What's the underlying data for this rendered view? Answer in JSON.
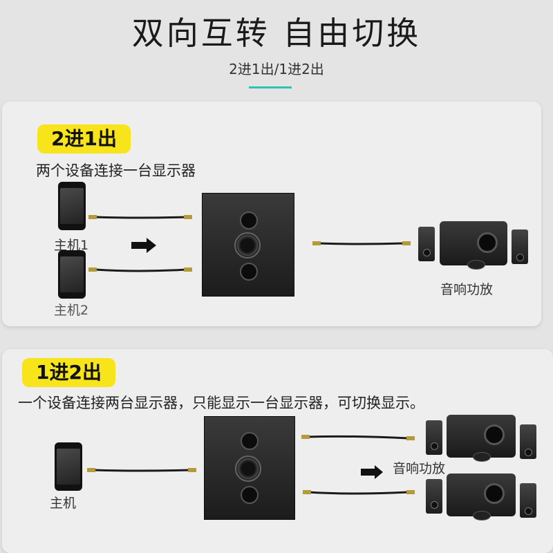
{
  "header": {
    "title": "双向互转  自由切换",
    "subtitle": "2进1出/1进2出",
    "accent_color": "#2bc4b0"
  },
  "section_one": {
    "badge": "2进1出",
    "description": "两个设备连接一台显示器",
    "host_1_label": "主机1",
    "host_2_label": "主机2",
    "speaker_label": "音响功放"
  },
  "section_two": {
    "badge": "1进2出",
    "description": "一个设备连接两台显示器，只能显示一台显示器，可切换显示。",
    "host_label": "主机",
    "speaker_label": "音响功放"
  },
  "colors": {
    "badge": "#f7e41a",
    "panel": "#eeeeee",
    "background": "#e4e4e4"
  },
  "icons": [
    "phone-icon",
    "audio-switch-box",
    "arrow-right-icon",
    "speaker-system-icon",
    "audio-cable"
  ]
}
